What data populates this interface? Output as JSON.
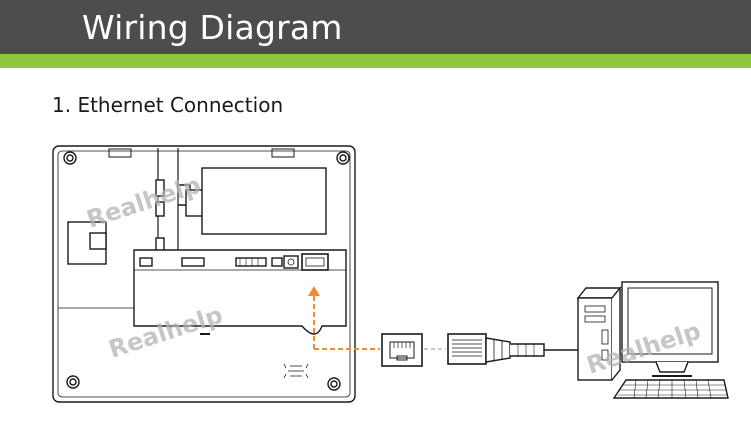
{
  "header": {
    "title": "Wiring Diagram"
  },
  "section": {
    "title": "1.  Ethernet Connection"
  },
  "watermark": {
    "text": "Realhelp"
  },
  "colors": {
    "header_bg": "#4d4d4d",
    "accent_green": "#8dc63f",
    "arrow_orange": "#f08a34",
    "line_gray": "#1a1a1a"
  },
  "icons": [
    "device-back-panel-icon",
    "rj45-port-icon",
    "rj45-plug-icon",
    "desktop-computer-icon",
    "keyboard-icon"
  ]
}
